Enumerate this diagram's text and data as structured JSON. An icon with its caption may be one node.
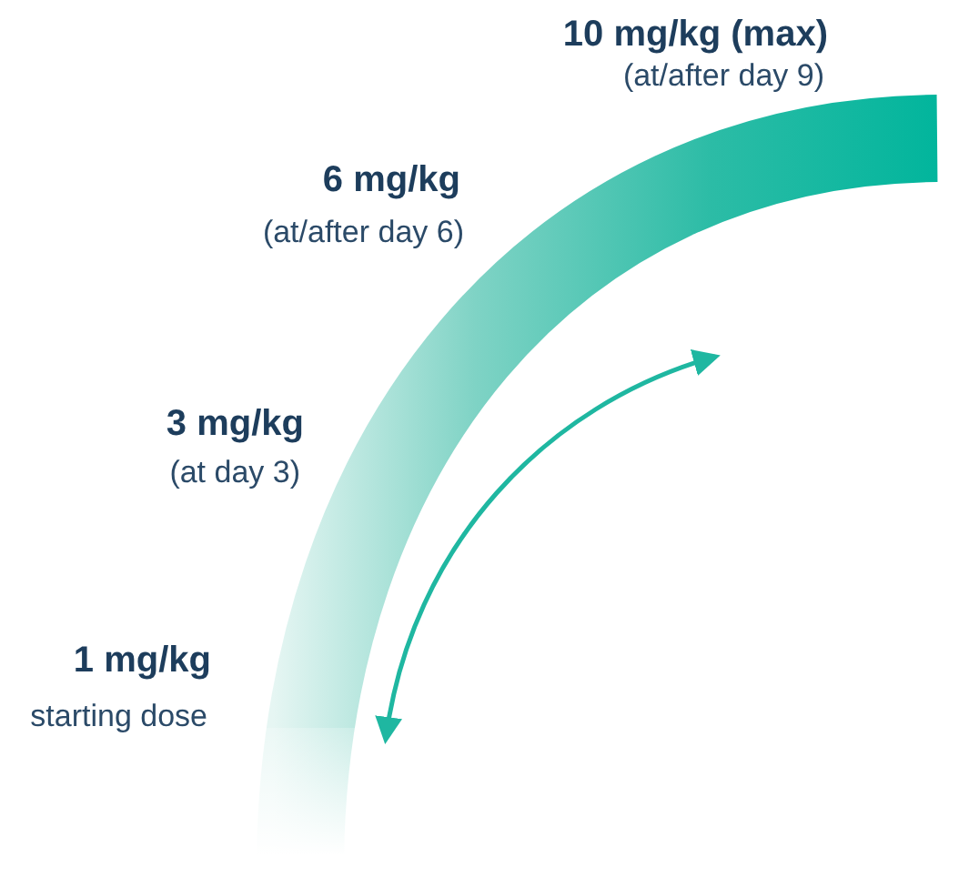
{
  "diagram": {
    "labels": [
      "10 mg/kg (max)",
      "(at/after day 9)",
      "6 mg/kg",
      "(at/after day 6)",
      "3 mg/kg",
      "(at day 3)",
      "1 mg/kg",
      "starting dose"
    ]
  }
}
